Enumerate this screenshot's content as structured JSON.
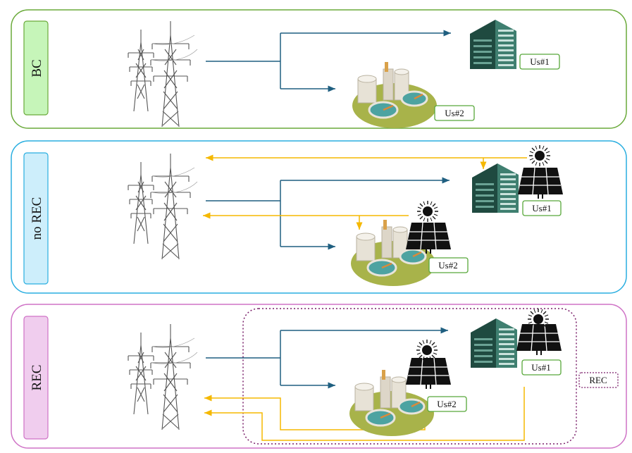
{
  "panels": [
    {
      "id": "bc",
      "label": "BC",
      "border": "#6aaa3a",
      "tag_fill": "#c6f5b9",
      "tag_stroke": "#6aaa3a"
    },
    {
      "id": "norec",
      "label": "no REC",
      "border": "#29aee0",
      "tag_fill": "#cdeefb",
      "tag_stroke": "#29aee0"
    },
    {
      "id": "rec",
      "label": "REC",
      "border": "#cf72c6",
      "tag_fill": "#f0cdee",
      "tag_stroke": "#cf72c6"
    }
  ],
  "users": {
    "user1": "Us#1",
    "user2": "Us#2"
  },
  "rec_community_label": "REC",
  "colors": {
    "grid_flow": "#1f5f80",
    "solar_flow": "#f5b800",
    "user_box_border": "#58a83a",
    "rec_box_border": "#7a1f6a",
    "building_dark": "#1f4a40",
    "building_light": "#3f7f70"
  },
  "icons": [
    "transmission-tower-icon",
    "office-building-icon",
    "water-treatment-plant-icon",
    "solar-panel-icon",
    "sun-icon"
  ]
}
